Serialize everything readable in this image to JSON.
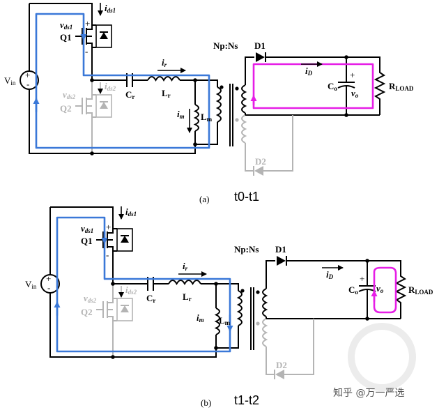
{
  "panels": [
    {
      "caption": "(a)",
      "interval": "t0-t1",
      "labels": {
        "vin": "V",
        "vin_sub": "in",
        "vds1": "v",
        "vds1_sub": "ds1",
        "ids1": "i",
        "ids1_sub": "ds1",
        "q1": "Q1",
        "vds2": "v",
        "vds2_sub": "ds2",
        "ids2": "i",
        "ids2_sub": "ds2",
        "q2": "Q2",
        "cr": "C",
        "cr_sub": "r",
        "ir": "i",
        "ir_sub": "r",
        "lr": "L",
        "lr_sub": "r",
        "im": "i",
        "im_sub": "m",
        "lm": "L",
        "lm_sub": "m",
        "npns": "Np:Ns",
        "d1": "D1",
        "d2": "D2",
        "id": "i",
        "id_sub": "D",
        "co": "C",
        "co_sub": "o",
        "vo": "v",
        "vo_sub": "o",
        "rload": "R",
        "rload_sub": "LOAD",
        "plus": "+",
        "minus": "-"
      }
    },
    {
      "caption": "(b)",
      "interval": "t1-t2",
      "labels": {
        "vin": "V",
        "vin_sub": "in",
        "vds1": "v",
        "vds1_sub": "ds1",
        "ids1": "i",
        "ids1_sub": "ds1",
        "q1": "Q1",
        "vds2": "v",
        "vds2_sub": "ds2",
        "ids2": "i",
        "ids2_sub": "ds2",
        "q2": "Q2",
        "cr": "C",
        "cr_sub": "r",
        "ir": "i",
        "ir_sub": "r",
        "lr": "L",
        "lr_sub": "r",
        "im": "i",
        "im_sub": "m",
        "lm": "L",
        "lm_sub": "m",
        "npns": "Np:Ns",
        "d1": "D1",
        "d2": "D2",
        "id": "i",
        "id_sub": "D",
        "co": "C",
        "co_sub": "o",
        "vo": "v",
        "vo_sub": "o",
        "rload": "R",
        "rload_sub": "LOAD",
        "plus": "+",
        "minus": "-"
      }
    }
  ],
  "watermark": "知乎 @万一严选",
  "colors": {
    "wire": "#000000",
    "inactive": "#b4b4b4",
    "primary_current": "#3a78d8",
    "secondary_current": "#e61ee6"
  }
}
